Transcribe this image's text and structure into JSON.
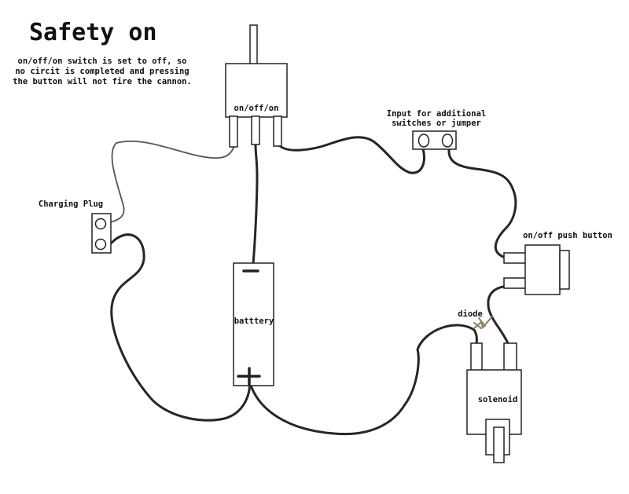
{
  "title": "Safety on",
  "description_lines": [
    "on/off/on switch is set to off, so",
    "no circit is completed and pressing",
    "the button will not fire the cannon."
  ],
  "labels": {
    "switch": "on/off/on",
    "input_line1": "Input for additional",
    "input_line2": "switches or jumper",
    "charging_plug": "Charging Plug",
    "push_button": "on/off push button",
    "battery": "batttery",
    "diode": "diode",
    "solenoid": "solenoid"
  },
  "colors": {
    "wire": "#262626",
    "diode": "#8a7d5a"
  }
}
